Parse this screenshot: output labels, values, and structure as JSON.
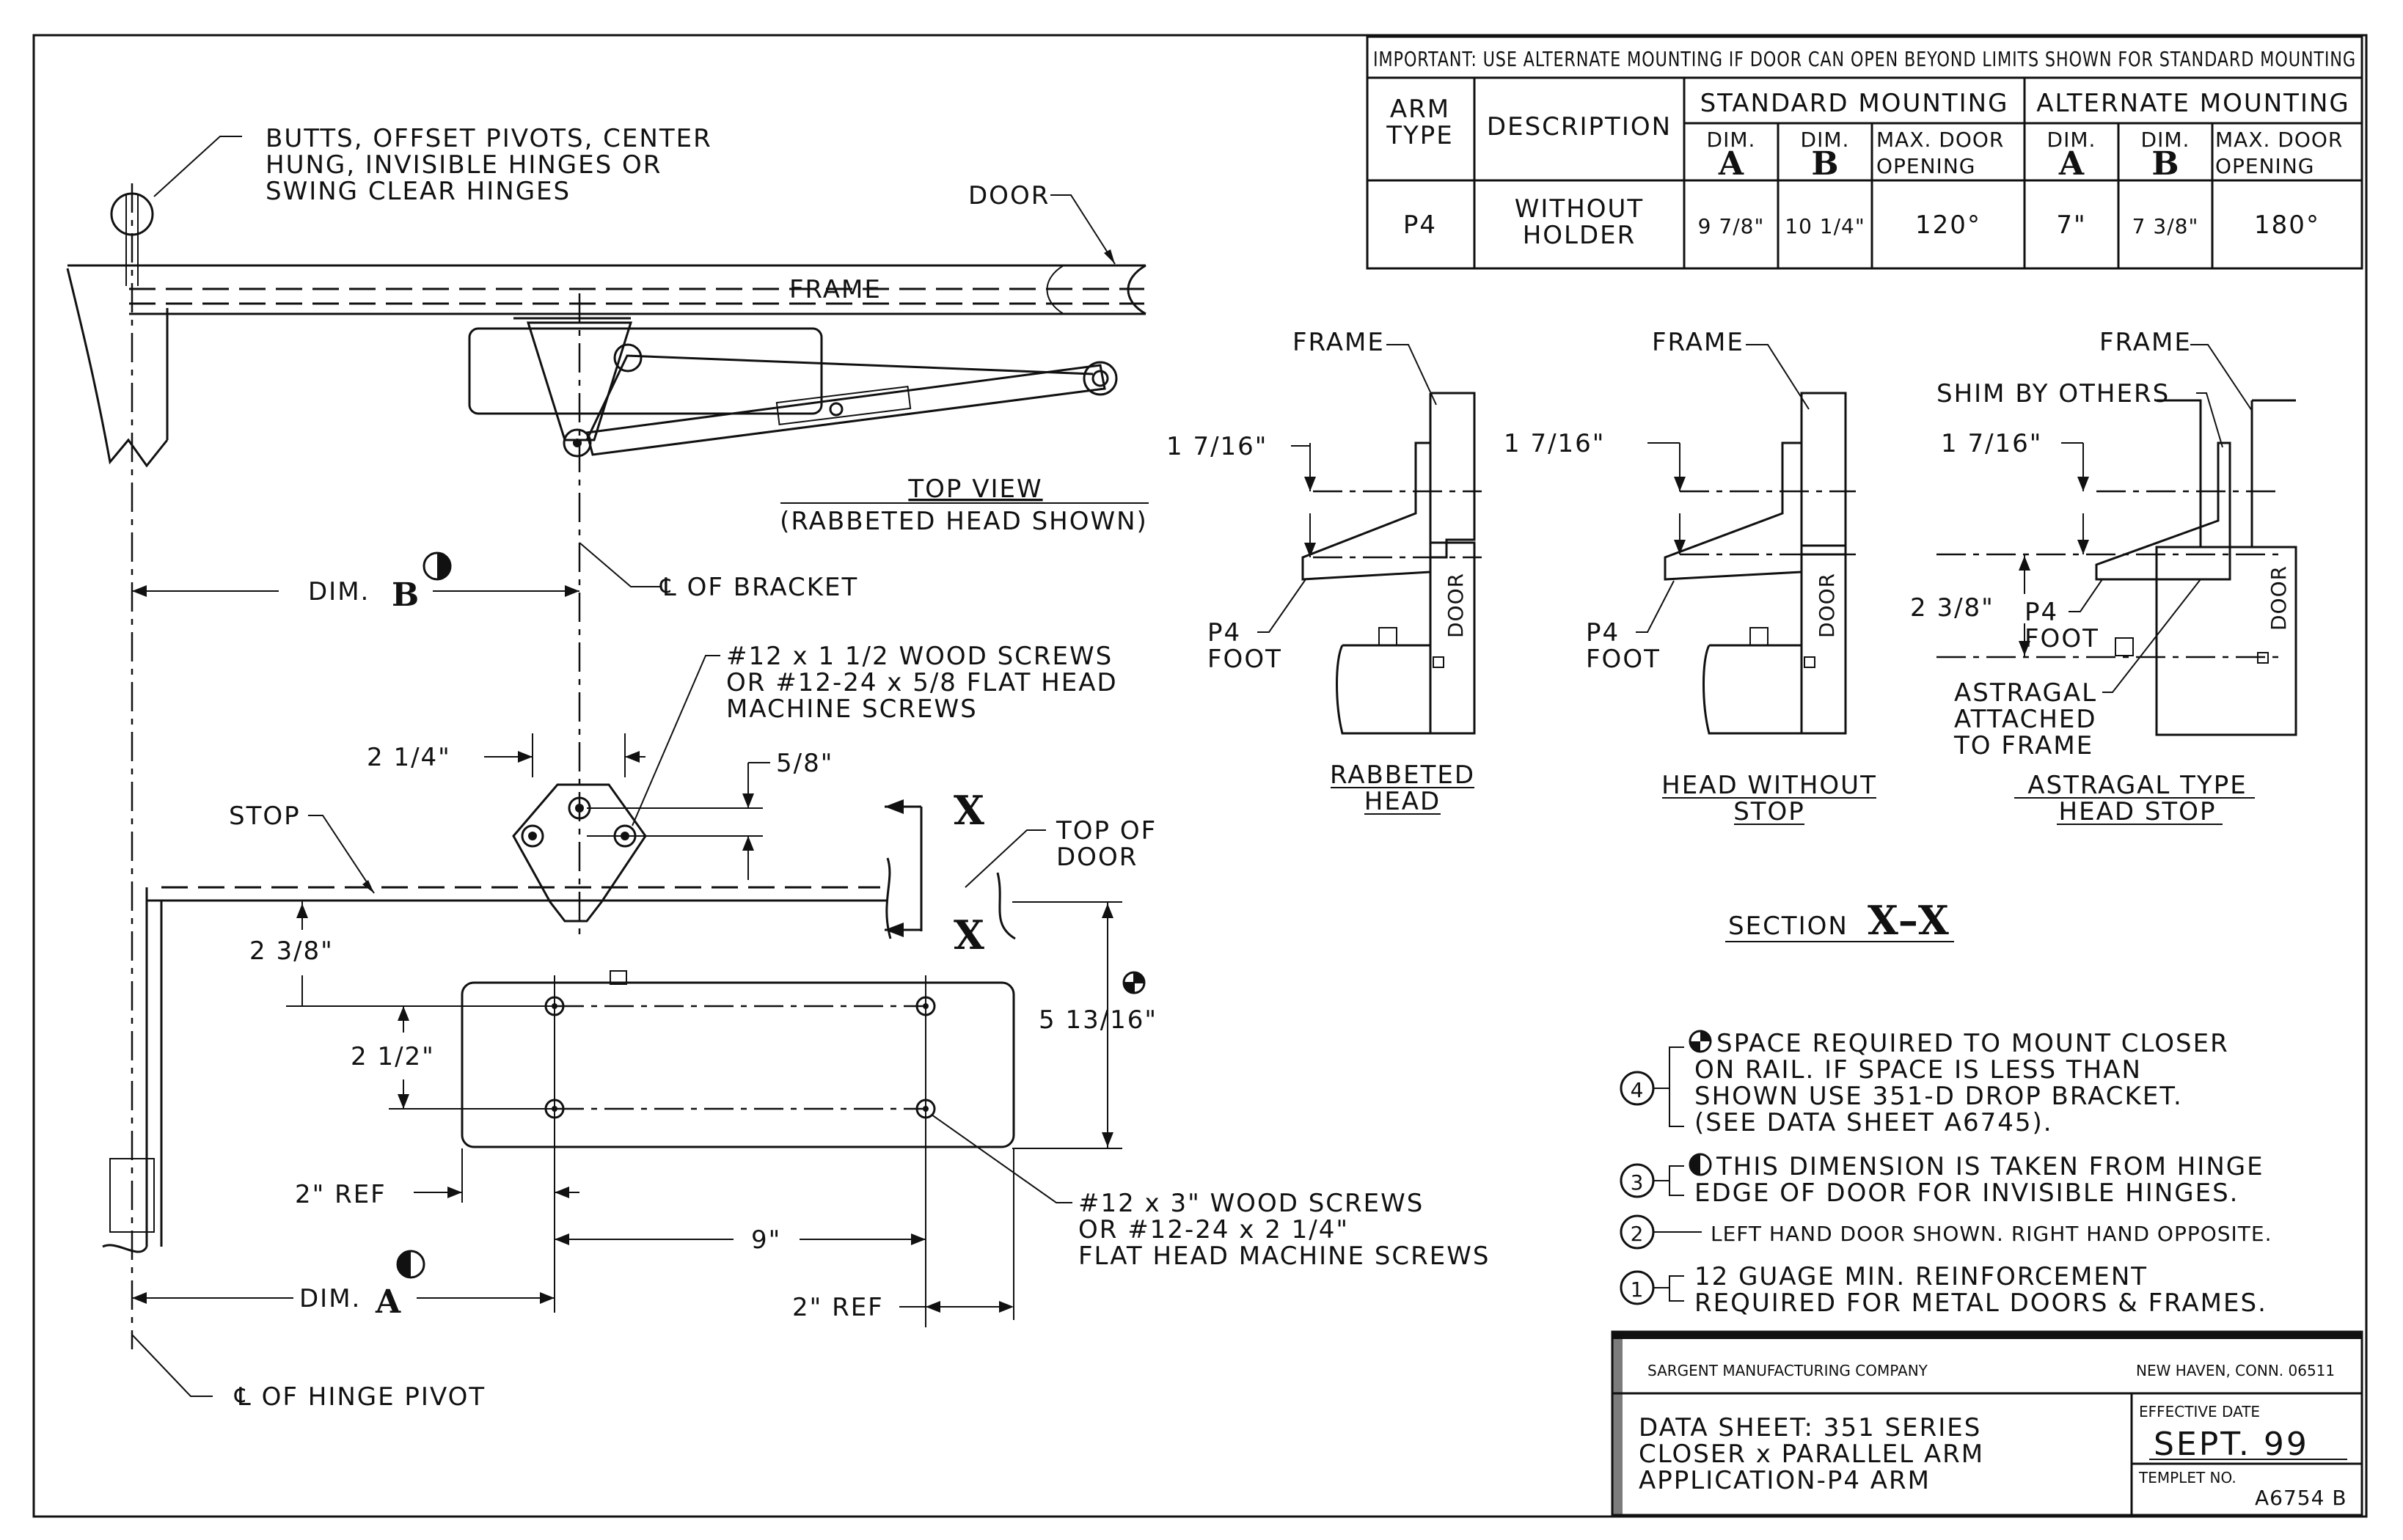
{
  "table": {
    "important": "IMPORTANT: USE ALTERNATE MOUNTING IF DOOR CAN OPEN BEYOND LIMITS SHOWN FOR STANDARD MOUNTING",
    "arm_type_h1": "ARM",
    "arm_type_h2": "TYPE",
    "description_h": "DESCRIPTION",
    "standard_h": "STANDARD MOUNTING",
    "alternate_h": "ALTERNATE MOUNTING",
    "dim_h": "DIM.",
    "dim_a": "A",
    "dim_b": "B",
    "max_door_h1": "MAX. DOOR",
    "max_door_h2": "OPENING",
    "row": {
      "arm": "P4",
      "desc1": "WITHOUT",
      "desc2": "HOLDER",
      "std_a": "9 7/8\"",
      "std_b": "10 1/4\"",
      "std_max": "120°",
      "alt_a": "7\"",
      "alt_b": "7 3/8\"",
      "alt_max": "180°"
    }
  },
  "top_view": {
    "butts1": "BUTTS, OFFSET PIVOTS, CENTER",
    "butts2": "HUNG, INVISIBLE HINGES OR",
    "butts3": "SWING CLEAR HINGES",
    "door": "DOOR",
    "frame": "FRAME",
    "title1": "TOP VIEW",
    "title2": "(RABBETED HEAD SHOWN)",
    "dim_b": "DIM.",
    "dim_b_letter": "B",
    "cl_bracket": "℄ OF BRACKET"
  },
  "front_view": {
    "screws1_1": "#12 x 1 1/2 WOOD SCREWS",
    "screws1_2": "OR #12-24 x 5/8 FLAT HEAD",
    "screws1_3": "MACHINE SCREWS",
    "d_2_1_4": "2 1/4\"",
    "d_5_8": "5/8\"",
    "stop": "STOP",
    "x": "X",
    "top_of_door1": "TOP OF",
    "top_of_door2": "DOOR",
    "d_2_3_8": "2 3/8\"",
    "d_2_1_2": "2 1/2\"",
    "d_5_13_16": "5 13/16\"",
    "d_2_ref": "2\" REF",
    "d_9": "9\"",
    "screws2_1": "#12 x 3\" WOOD SCREWS",
    "screws2_2": "OR #12-24 x 2 1/4\"",
    "screws2_3": "FLAT HEAD MACHINE SCREWS",
    "dim_a": "DIM.",
    "dim_a_letter": "A",
    "d_2_ref_b": "2\" REF",
    "cl_hinge": "℄ OF HINGE PIVOT"
  },
  "sections": {
    "frame": "FRAME",
    "shim": "SHIM BY OTHERS",
    "d_1_7_16": "1 7/16\"",
    "p4": "P4",
    "foot": "FOOT",
    "door": "DOOR",
    "d_2_3_8": "2 3/8\"",
    "astragal1": "ASTRAGAL",
    "astragal2": "ATTACHED",
    "astragal3": "TO FRAME",
    "rabbeted1": "RABBETED",
    "rabbeted2": "HEAD",
    "without1": "HEAD WITHOUT",
    "without2": "STOP",
    "astragal_t1": "ASTRAGAL TYPE",
    "astragal_t2": "HEAD STOP",
    "section": "SECTION",
    "section_x": "X–X"
  },
  "notes": {
    "n4_num": "4",
    "n4_1": "SPACE REQUIRED TO MOUNT CLOSER",
    "n4_2": "ON RAIL. IF SPACE IS LESS THAN",
    "n4_3": "SHOWN USE 351-D DROP BRACKET.",
    "n4_4": "(SEE DATA SHEET A6745).",
    "n3_num": "3",
    "n3_1": "THIS DIMENSION IS TAKEN FROM HINGE",
    "n3_2": "EDGE OF DOOR FOR INVISIBLE HINGES.",
    "n2_num": "2",
    "n2_1": "LEFT HAND DOOR SHOWN. RIGHT HAND OPPOSITE.",
    "n1_num": "1",
    "n1_1": "12 GUAGE MIN. REINFORCEMENT",
    "n1_2": "REQUIRED FOR METAL DOORS & FRAMES."
  },
  "title_block": {
    "company": "SARGENT MANUFACTURING COMPANY",
    "city": "NEW HAVEN, CONN. 06511",
    "title1": "DATA SHEET: 351 SERIES",
    "title2": "CLOSER x PARALLEL ARM",
    "title3": "APPLICATION-P4 ARM",
    "eff_label": "EFFECTIVE DATE",
    "eff_value": "SEPT. 99",
    "templet_label": "TEMPLET NO.",
    "templet_value": "A6754 B"
  }
}
